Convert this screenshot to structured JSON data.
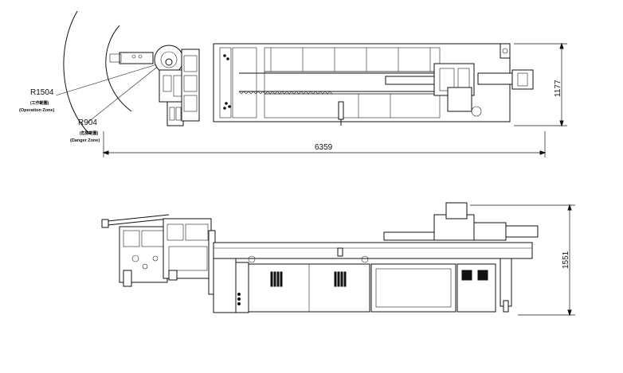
{
  "top_view": {
    "radius_operation": "R1504",
    "operation_zone_cn": "(工作範圍)",
    "operation_zone_en": "(Operation Zone)",
    "radius_danger": "R904",
    "danger_zone_cn": "(危險範圍)",
    "danger_zone_en": "(Danger Zone)",
    "overall_length": "6359",
    "overall_width": "1177"
  },
  "side_view": {
    "overall_height": "1551"
  }
}
